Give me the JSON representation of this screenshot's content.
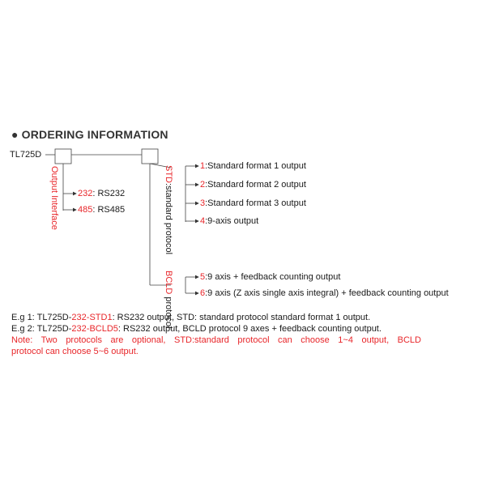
{
  "heading": {
    "bullet": "●",
    "title": "ORDERING INFORMATION"
  },
  "model": "TL725D",
  "output_interface": {
    "label": "Output Interface",
    "options": [
      {
        "code": "232",
        "sep": ": ",
        "name": "RS232"
      },
      {
        "code": "485",
        "sep": ": ",
        "name": "RS485"
      }
    ]
  },
  "std_protocol": {
    "prefix": "STD",
    "label": ":standard protocol",
    "options": [
      {
        "code": "1",
        "text": ":Standard format 1 output"
      },
      {
        "code": "2",
        "text": ":Standard format 2 output"
      },
      {
        "code": "3",
        "text": ":Standard format 3 output"
      },
      {
        "code": "4",
        "text": ":9-axis output"
      }
    ]
  },
  "bcld_protocol": {
    "prefix": "BCLD",
    "label": " protocol",
    "options": [
      {
        "code": "5",
        "text": ":9 axis + feedback counting output"
      },
      {
        "code": "6",
        "text": ":9 axis (Z axis single axis integral) + feedback counting output"
      }
    ]
  },
  "examples": [
    {
      "prefix": "E.g 1: TL725D-",
      "code1": "232",
      "dash": "-",
      "code2": "STD1",
      "rest": ": RS232 output, STD: standard protocol standard format 1 output."
    },
    {
      "prefix": "E.g 2: TL725D-",
      "code1": "232",
      "dash": "-",
      "code2": "BCLD5",
      "rest": ": RS232 output, BCLD protocol 9 axes + feedback counting output."
    }
  ],
  "note": {
    "line1": "Note: Two protocols are optional, STD:standard protocol can choose 1~4 output, BCLD",
    "line2": "protocol can choose 5~6 output."
  },
  "colors": {
    "accent": "#e8262a",
    "text": "#1a1a1a"
  }
}
